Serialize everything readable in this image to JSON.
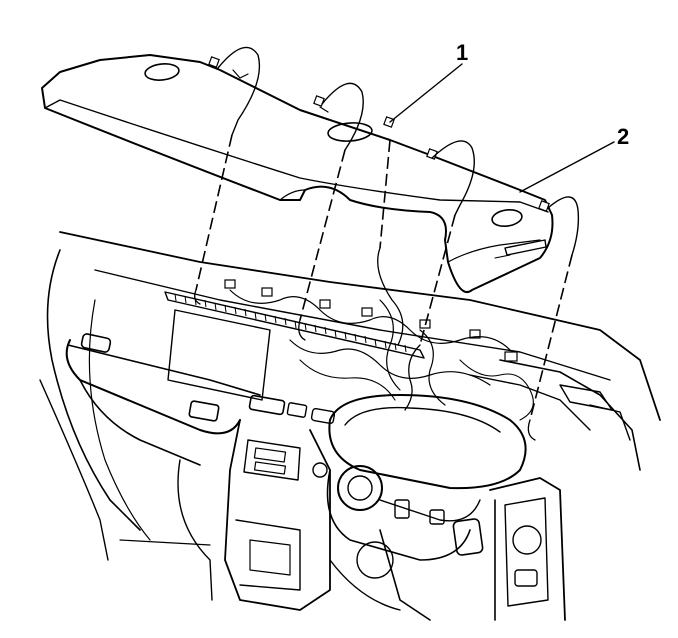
{
  "diagram": {
    "callouts": [
      {
        "id": "1",
        "label": "1"
      },
      {
        "id": "2",
        "label": "2"
      }
    ],
    "colors": {
      "line": "#000000",
      "background": "#ffffff",
      "panel_fill": "#ffffff"
    }
  }
}
